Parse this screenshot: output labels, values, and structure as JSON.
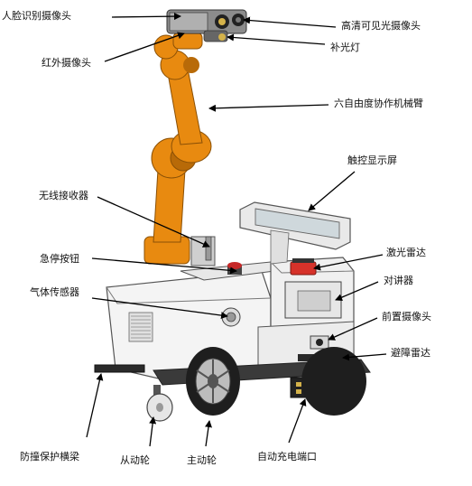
{
  "labels": {
    "face_camera": "人脸识别摄像头",
    "hd_camera": "高清可见光摄像头",
    "fill_light": "补光灯",
    "ir_camera": "红外摄像头",
    "robot_arm": "六自由度协作机械臂",
    "touch_display": "触控显示屏",
    "wireless_receiver": "无线接收器",
    "estop_button": "急停按钮",
    "lidar": "激光雷达",
    "intercom": "对讲器",
    "gas_sensor": "气体传感器",
    "front_camera": "前置摄像头",
    "obstacle_radar": "避障雷达",
    "bumper": "防撞保护横梁",
    "driven_wheel": "从动轮",
    "drive_wheel": "主动轮",
    "charging_port": "自动充电端口"
  },
  "colors": {
    "arm_orange": "#E88A10",
    "arm_dark": "#B86A08",
    "body_light": "#F2F2F2",
    "body_edge": "#555555",
    "wheel_black": "#1e1e1e",
    "lidar_red": "#D6322A",
    "arrow": "#000000"
  }
}
